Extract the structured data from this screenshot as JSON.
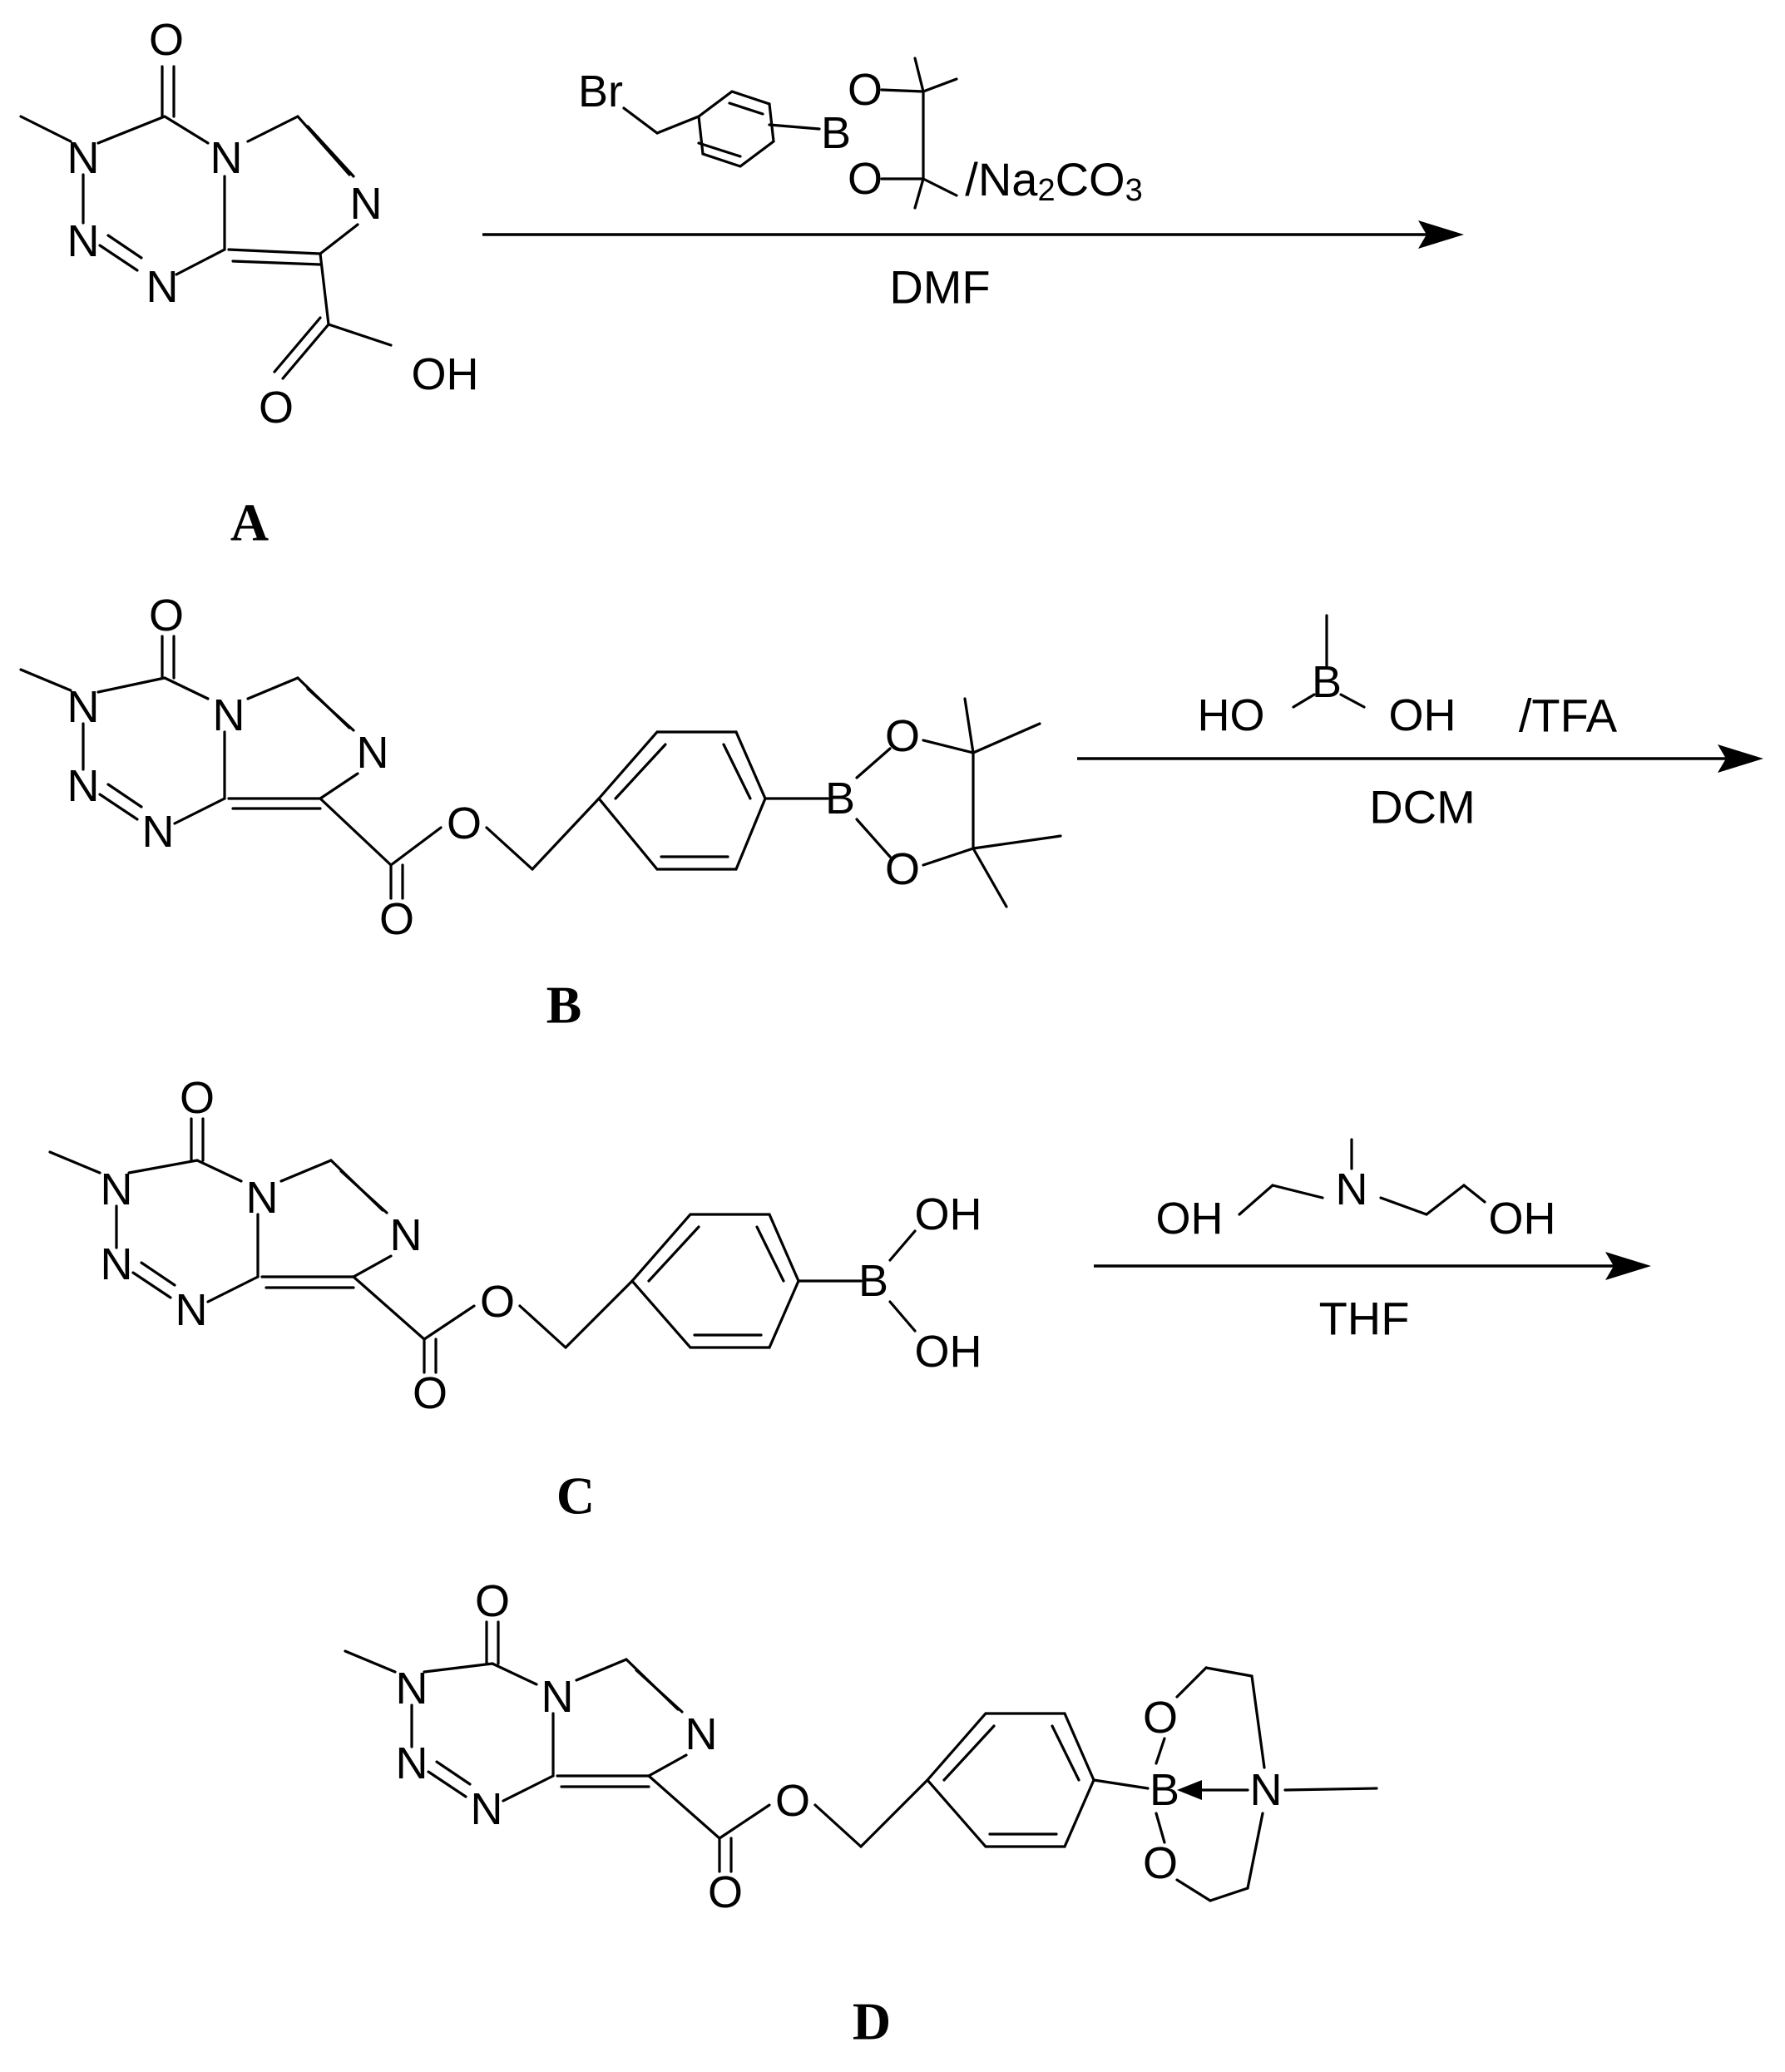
{
  "scheme": {
    "compounds": [
      {
        "id": "A",
        "label": "A"
      },
      {
        "id": "B",
        "label": "B"
      },
      {
        "id": "C",
        "label": "C"
      },
      {
        "id": "D",
        "label": "D"
      }
    ],
    "atoms": {
      "O": "O",
      "N": "N",
      "B": "B",
      "Br": "Br",
      "OH": "OH",
      "HO": "HO"
    },
    "steps": [
      {
        "reagent_suffix_main": "/Na",
        "reagent_suffix_sub": "2",
        "reagent_suffix_main2": "CO",
        "reagent_suffix_sub2": "3",
        "solvent": "DMF"
      },
      {
        "reagent_suffix": "/TFA",
        "solvent": "DCM"
      },
      {
        "solvent": "THF"
      }
    ]
  }
}
